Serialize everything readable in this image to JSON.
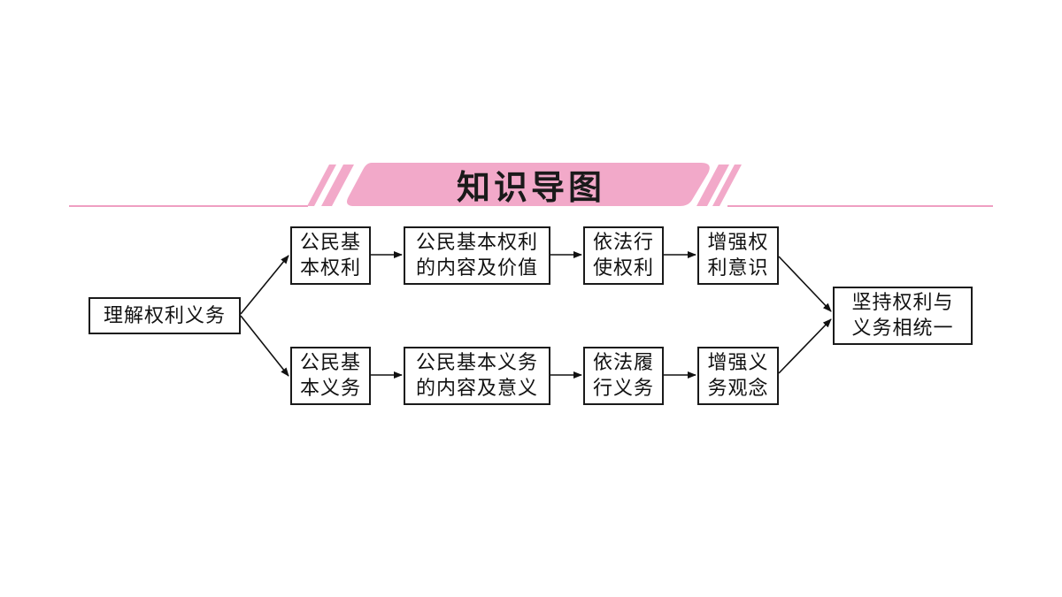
{
  "header": {
    "title": "知识导图",
    "accent_color": "#f2a9c9",
    "line_color": "#ef9fc2"
  },
  "nodes": {
    "root": [
      "理解权利义务"
    ],
    "rights_basic": [
      "公民基",
      "本权利"
    ],
    "rights_content": [
      "公民基本权利",
      "的内容及价值"
    ],
    "rights_exercise": [
      "依法行",
      "使权利"
    ],
    "rights_awareness": [
      "增强权",
      "利意识"
    ],
    "duties_basic": [
      "公民基",
      "本义务"
    ],
    "duties_content": [
      "公民基本义务",
      "的内容及意义"
    ],
    "duties_perform": [
      "依法履",
      "行义务"
    ],
    "duties_concept": [
      "增强义",
      "务观念"
    ],
    "unity": [
      "坚持权利与",
      "义务相统一"
    ]
  }
}
